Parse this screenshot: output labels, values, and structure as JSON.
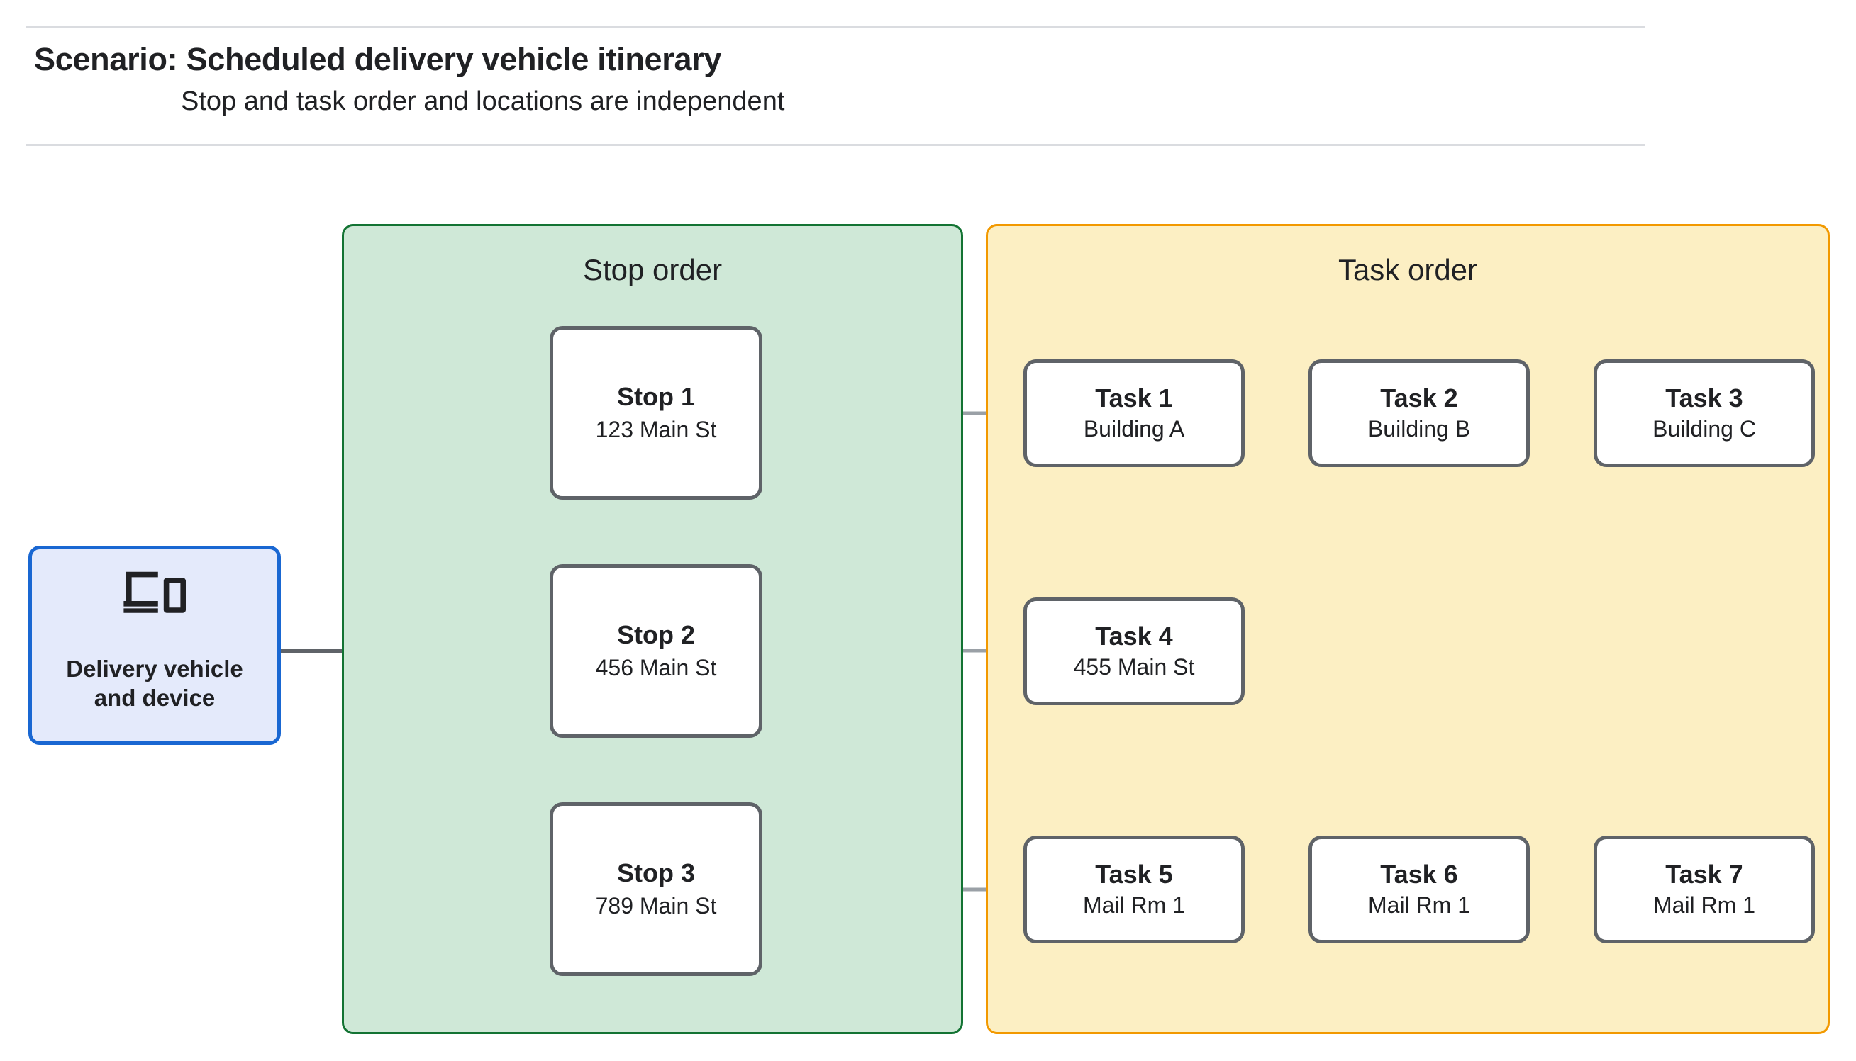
{
  "header": {
    "title": "Scenario: Scheduled delivery vehicle itinerary",
    "subtitle": "Stop and task order and locations are independent"
  },
  "source_node": {
    "icon": "devices-icon",
    "label": "Delivery vehicle\nand device",
    "label_line_1": "Delivery vehicle",
    "label_line_2": "and device",
    "fill": "#E4EAFB",
    "border": "#1967D2"
  },
  "groups": {
    "stop": {
      "title": "Stop order",
      "fill": "#CFE8D7",
      "border": "#137333"
    },
    "task": {
      "title": "Task order",
      "fill": "#FCEFC3",
      "border": "#F29900"
    }
  },
  "stops": [
    {
      "name": "Stop 1",
      "location": "123 Main St"
    },
    {
      "name": "Stop 2",
      "location": "456 Main St"
    },
    {
      "name": "Stop 3",
      "location": "789 Main St"
    }
  ],
  "task_rows": [
    [
      {
        "name": "Task 1",
        "location": "Building A"
      },
      {
        "name": "Task 2",
        "location": "Building B"
      },
      {
        "name": "Task 3",
        "location": "Building C"
      }
    ],
    [
      {
        "name": "Task 4",
        "location": "455 Main St"
      }
    ],
    [
      {
        "name": "Task 5",
        "location": "Mail Rm 1"
      },
      {
        "name": "Task 6",
        "location": "Mail Rm 1"
      },
      {
        "name": "Task 7",
        "location": "Mail Rm 1"
      }
    ]
  ],
  "style": {
    "connector_color": "#5F6368",
    "card_border": "#5F6368",
    "rule_color": "#dadce0",
    "text_color": "#202124"
  }
}
